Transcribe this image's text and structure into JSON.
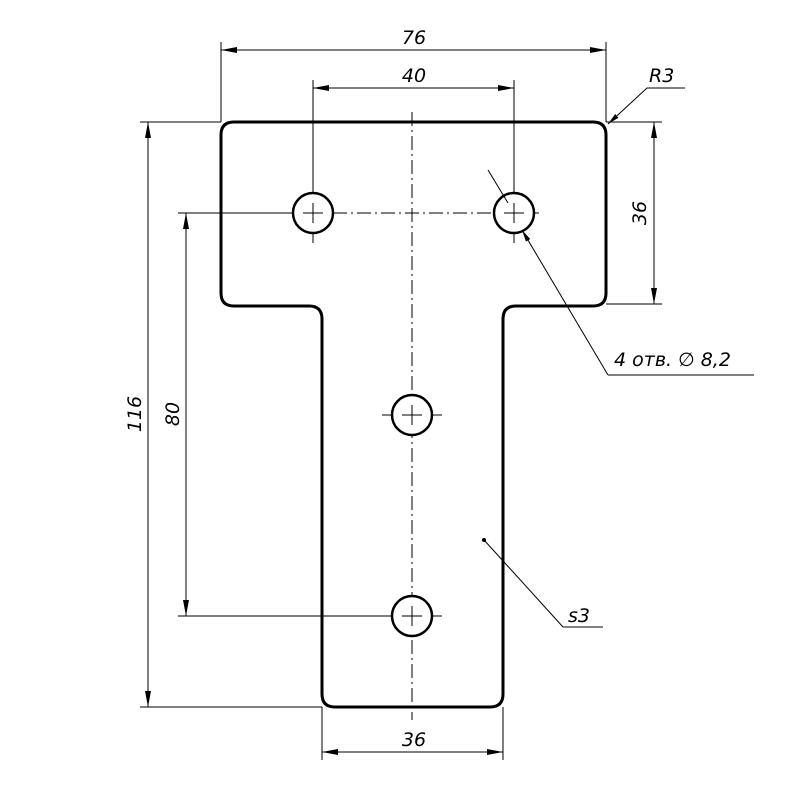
{
  "drawing": {
    "dimensions": {
      "overall_width": "76",
      "hole_spacing": "40",
      "corner_radius": "R3",
      "flange_height": "36",
      "overall_height": "116",
      "vertical_hole_spacing": "80",
      "stem_width": "36"
    },
    "callouts": {
      "holes": "4  отв. ∅ 8,2",
      "thickness": "s3"
    }
  }
}
